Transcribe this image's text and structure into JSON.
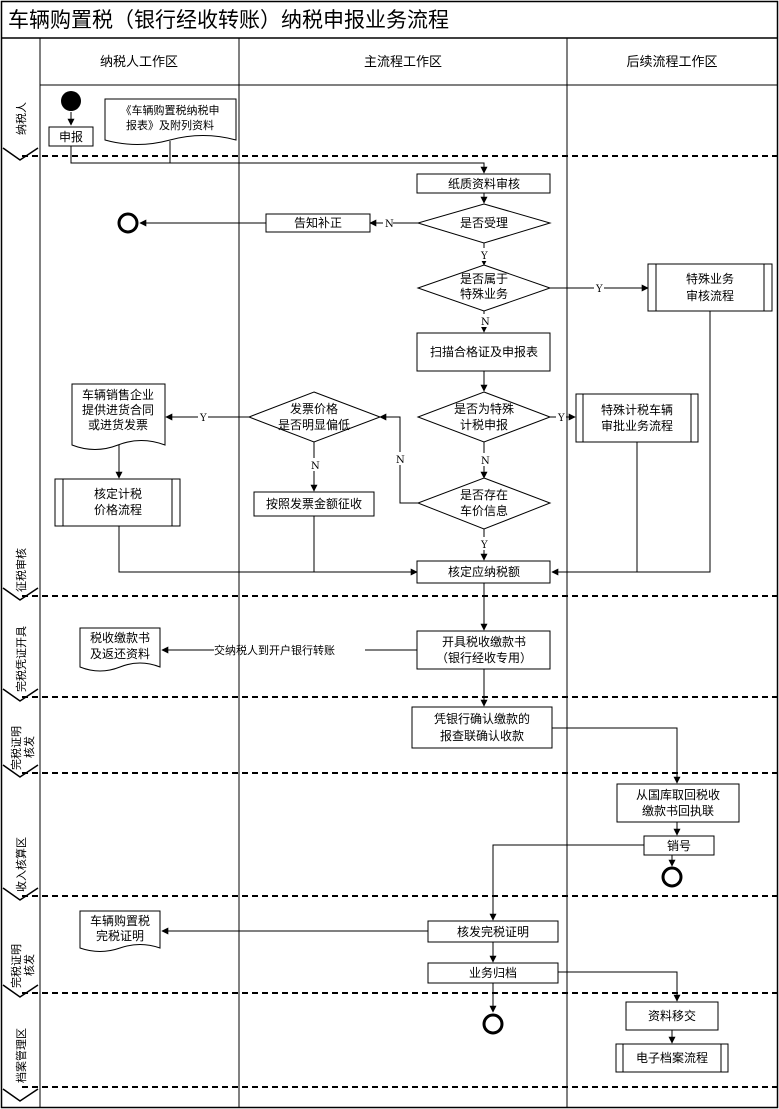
{
  "title": "车辆购置税（银行经收转账）纳税申报业务流程",
  "columns": [
    "纳税人工作区",
    "主流程工作区",
    "后续流程工作区"
  ],
  "lanes": [
    "纳税人",
    "征税审核",
    "完税凭证开具",
    "完税证明核发",
    "收入核算区",
    "完税证明核发",
    "档案管理区"
  ],
  "nodes": {
    "apply": "申报",
    "form_doc": [
      "《车辆购置税纳税申",
      "报表》及附列资料"
    ],
    "paper_review": "纸质资料审核",
    "accept_q": "是否受理",
    "notify_fix": "告知补正",
    "special_q": [
      "是否属于",
      "特殊业务"
    ],
    "special_review": [
      "特殊业务",
      "审核流程"
    ],
    "scan": "扫描合格证及申报表",
    "special_tax_q": [
      "是否为特殊",
      "计税申报"
    ],
    "special_tax_flow": [
      "特殊计税车辆",
      "审批业务流程"
    ],
    "price_exists_q": [
      "是否存在",
      "车价信息"
    ],
    "invoice_low_q": [
      "发票价格",
      "是否明显偏低"
    ],
    "dealer_doc": [
      "车辆销售企业",
      "提供进货合同",
      "或进货发票"
    ],
    "verify_price": [
      "核定计税",
      "价格流程"
    ],
    "by_invoice": "按照发票金额征收",
    "calc_tax": "核定应纳税额",
    "issue_voucher": [
      "开具税收缴款书",
      "（银行经收专用）"
    ],
    "return_doc": [
      "税收缴款书",
      "及返还资料"
    ],
    "bank_confirm": [
      "凭银行确认缴款的",
      "报查联确认收款"
    ],
    "treasury": [
      "从国库取回税收",
      "缴款书回执联"
    ],
    "cancel": "销号",
    "issue_cert": "核发完税证明",
    "cert_doc": [
      "车辆购置税",
      "完税证明"
    ],
    "archive": "业务归档",
    "transfer": "资料移交",
    "e_archive": "电子档案流程"
  },
  "edge_labels": {
    "yes": "Y",
    "no": "N",
    "hand_over": "交纳税人到开户银行转账"
  }
}
